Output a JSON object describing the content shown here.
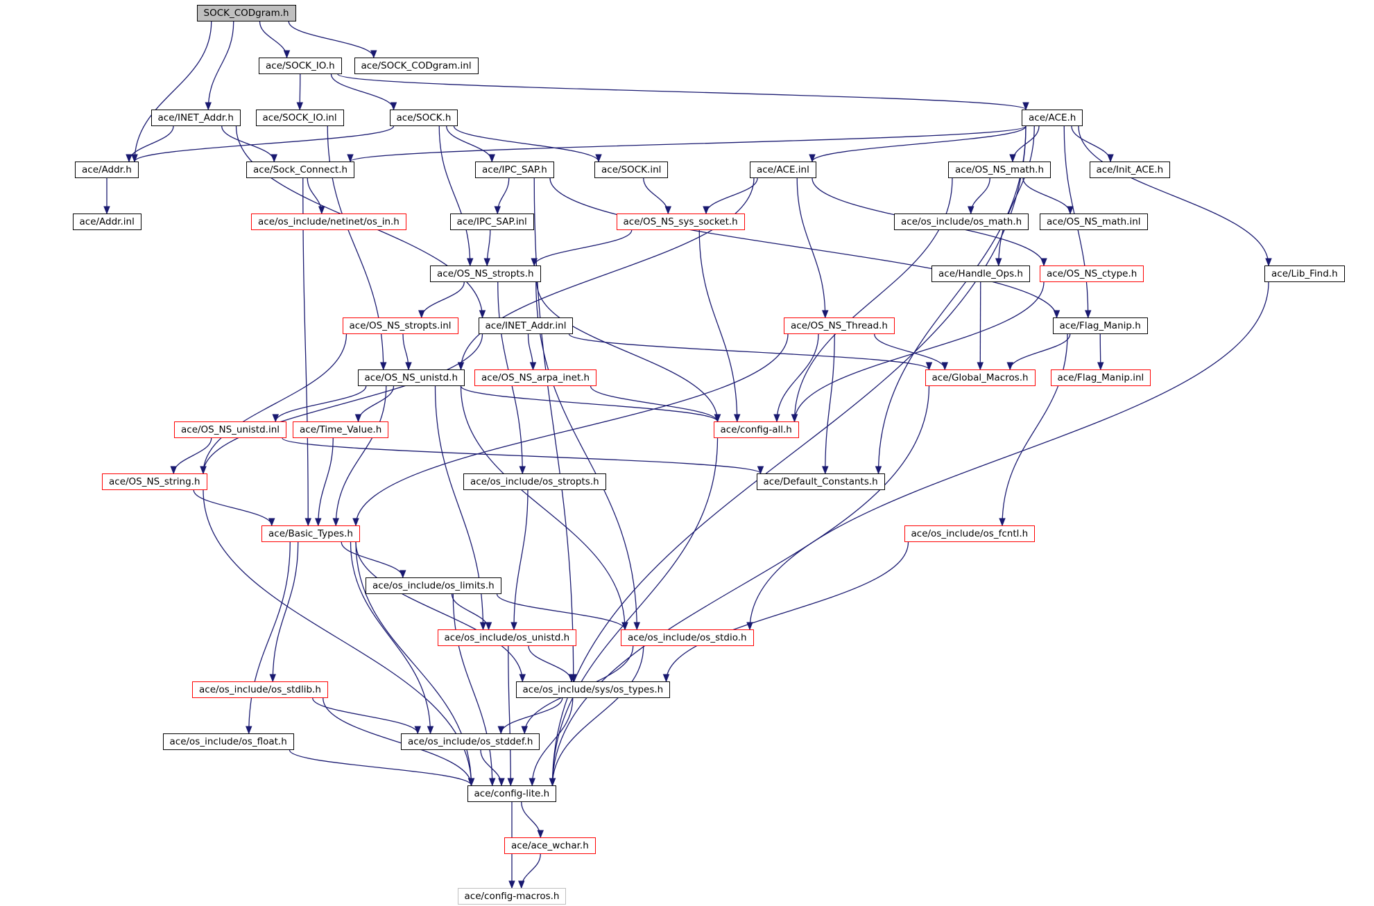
{
  "graph": {
    "colors": {
      "edge": "#191970",
      "documented": "#000000",
      "truncated": "#ff0000",
      "undocumented": "#bfbfbf",
      "root_fill": "#bfbfbf"
    },
    "nodes": [
      {
        "id": "n0",
        "label": "SOCK_CODgram.h",
        "kind": "root"
      },
      {
        "id": "n1",
        "label": "ace/SOCK_IO.h",
        "kind": "black"
      },
      {
        "id": "n2",
        "label": "ace/SOCK_CODgram.inl",
        "kind": "black"
      },
      {
        "id": "n3",
        "label": "ace/INET_Addr.h",
        "kind": "black"
      },
      {
        "id": "n4",
        "label": "ace/SOCK_IO.inl",
        "kind": "black"
      },
      {
        "id": "n5",
        "label": "ace/SOCK.h",
        "kind": "black"
      },
      {
        "id": "n6",
        "label": "ace/ACE.h",
        "kind": "black"
      },
      {
        "id": "n7",
        "label": "ace/Addr.h",
        "kind": "black"
      },
      {
        "id": "n8",
        "label": "ace/Sock_Connect.h",
        "kind": "black"
      },
      {
        "id": "n9",
        "label": "ace/IPC_SAP.h",
        "kind": "black"
      },
      {
        "id": "n10",
        "label": "ace/SOCK.inl",
        "kind": "black"
      },
      {
        "id": "n11",
        "label": "ace/ACE.inl",
        "kind": "black"
      },
      {
        "id": "n12",
        "label": "ace/OS_NS_math.h",
        "kind": "black"
      },
      {
        "id": "n13",
        "label": "ace/Init_ACE.h",
        "kind": "black"
      },
      {
        "id": "n14",
        "label": "ace/Addr.inl",
        "kind": "black"
      },
      {
        "id": "n15",
        "label": "ace/os_include/netinet/os_in.h",
        "kind": "red"
      },
      {
        "id": "n16",
        "label": "ace/IPC_SAP.inl",
        "kind": "black"
      },
      {
        "id": "n17",
        "label": "ace/OS_NS_sys_socket.h",
        "kind": "red"
      },
      {
        "id": "n18",
        "label": "ace/os_include/os_math.h",
        "kind": "black"
      },
      {
        "id": "n19",
        "label": "ace/OS_NS_math.inl",
        "kind": "black"
      },
      {
        "id": "n20",
        "label": "ace/OS_NS_stropts.h",
        "kind": "black"
      },
      {
        "id": "n21",
        "label": "ace/Handle_Ops.h",
        "kind": "black"
      },
      {
        "id": "n22",
        "label": "ace/OS_NS_ctype.h",
        "kind": "red"
      },
      {
        "id": "n23",
        "label": "ace/Lib_Find.h",
        "kind": "black"
      },
      {
        "id": "n24",
        "label": "ace/OS_NS_stropts.inl",
        "kind": "red"
      },
      {
        "id": "n25",
        "label": "ace/INET_Addr.inl",
        "kind": "black"
      },
      {
        "id": "n26",
        "label": "ace/OS_NS_Thread.h",
        "kind": "red"
      },
      {
        "id": "n27",
        "label": "ace/Flag_Manip.h",
        "kind": "black"
      },
      {
        "id": "n28",
        "label": "ace/OS_NS_unistd.h",
        "kind": "black"
      },
      {
        "id": "n29",
        "label": "ace/OS_NS_arpa_inet.h",
        "kind": "red"
      },
      {
        "id": "n30",
        "label": "ace/Global_Macros.h",
        "kind": "red"
      },
      {
        "id": "n31",
        "label": "ace/Flag_Manip.inl",
        "kind": "red"
      },
      {
        "id": "n32",
        "label": "ace/OS_NS_unistd.inl",
        "kind": "red"
      },
      {
        "id": "n33",
        "label": "ace/Time_Value.h",
        "kind": "red"
      },
      {
        "id": "n34",
        "label": "ace/config-all.h",
        "kind": "red"
      },
      {
        "id": "n35",
        "label": "ace/OS_NS_string.h",
        "kind": "red"
      },
      {
        "id": "n36",
        "label": "ace/os_include/os_stropts.h",
        "kind": "black"
      },
      {
        "id": "n37",
        "label": "ace/Default_Constants.h",
        "kind": "black"
      },
      {
        "id": "n38",
        "label": "ace/Basic_Types.h",
        "kind": "red"
      },
      {
        "id": "n39",
        "label": "ace/os_include/os_fcntl.h",
        "kind": "red"
      },
      {
        "id": "n40",
        "label": "ace/os_include/os_limits.h",
        "kind": "black"
      },
      {
        "id": "n41",
        "label": "ace/os_include/os_unistd.h",
        "kind": "red"
      },
      {
        "id": "n42",
        "label": "ace/os_include/os_stdio.h",
        "kind": "red"
      },
      {
        "id": "n43",
        "label": "ace/os_include/os_stdlib.h",
        "kind": "red"
      },
      {
        "id": "n44",
        "label": "ace/os_include/sys/os_types.h",
        "kind": "black"
      },
      {
        "id": "n45",
        "label": "ace/os_include/os_float.h",
        "kind": "black"
      },
      {
        "id": "n46",
        "label": "ace/os_include/os_stddef.h",
        "kind": "black"
      },
      {
        "id": "n47",
        "label": "ace/config-lite.h",
        "kind": "black"
      },
      {
        "id": "n48",
        "label": "ace/ace_wchar.h",
        "kind": "red"
      },
      {
        "id": "n49",
        "label": "ace/config-macros.h",
        "kind": "gray"
      }
    ],
    "edges": [
      [
        "n0",
        "n1"
      ],
      [
        "n0",
        "n2"
      ],
      [
        "n0",
        "n3"
      ],
      [
        "n0",
        "n7"
      ],
      [
        "n1",
        "n4"
      ],
      [
        "n1",
        "n5"
      ],
      [
        "n1",
        "n6"
      ],
      [
        "n3",
        "n7"
      ],
      [
        "n3",
        "n8"
      ],
      [
        "n3",
        "n25"
      ],
      [
        "n4",
        "n28"
      ],
      [
        "n5",
        "n7"
      ],
      [
        "n5",
        "n9"
      ],
      [
        "n5",
        "n10"
      ],
      [
        "n5",
        "n20"
      ],
      [
        "n6",
        "n8"
      ],
      [
        "n6",
        "n11"
      ],
      [
        "n6",
        "n12"
      ],
      [
        "n6",
        "n13"
      ],
      [
        "n6",
        "n21"
      ],
      [
        "n6",
        "n27"
      ],
      [
        "n6",
        "n23"
      ],
      [
        "n6",
        "n37"
      ],
      [
        "n6",
        "n47"
      ],
      [
        "n7",
        "n14"
      ],
      [
        "n8",
        "n15"
      ],
      [
        "n8",
        "n38"
      ],
      [
        "n9",
        "n16"
      ],
      [
        "n9",
        "n44"
      ],
      [
        "n9",
        "n27"
      ],
      [
        "n10",
        "n17"
      ],
      [
        "n11",
        "n17"
      ],
      [
        "n11",
        "n28"
      ],
      [
        "n11",
        "n26"
      ],
      [
        "n11",
        "n22"
      ],
      [
        "n12",
        "n18"
      ],
      [
        "n12",
        "n19"
      ],
      [
        "n12",
        "n34"
      ],
      [
        "n16",
        "n20"
      ],
      [
        "n17",
        "n20"
      ],
      [
        "n17",
        "n34"
      ],
      [
        "n20",
        "n24"
      ],
      [
        "n20",
        "n34"
      ],
      [
        "n20",
        "n36"
      ],
      [
        "n20",
        "n42"
      ],
      [
        "n21",
        "n30"
      ],
      [
        "n22",
        "n34"
      ],
      [
        "n23",
        "n42"
      ],
      [
        "n24",
        "n28"
      ],
      [
        "n24",
        "n35"
      ],
      [
        "n25",
        "n29"
      ],
      [
        "n25",
        "n35"
      ],
      [
        "n25",
        "n30"
      ],
      [
        "n26",
        "n30"
      ],
      [
        "n26",
        "n34"
      ],
      [
        "n26",
        "n37"
      ],
      [
        "n26",
        "n38"
      ],
      [
        "n27",
        "n30"
      ],
      [
        "n27",
        "n31"
      ],
      [
        "n27",
        "n39"
      ],
      [
        "n28",
        "n32"
      ],
      [
        "n28",
        "n33"
      ],
      [
        "n28",
        "n34"
      ],
      [
        "n28",
        "n38"
      ],
      [
        "n28",
        "n41"
      ],
      [
        "n28",
        "n42"
      ],
      [
        "n29",
        "n34"
      ],
      [
        "n30",
        "n47"
      ],
      [
        "n32",
        "n35"
      ],
      [
        "n32",
        "n37"
      ],
      [
        "n33",
        "n38"
      ],
      [
        "n34",
        "n47"
      ],
      [
        "n35",
        "n38"
      ],
      [
        "n35",
        "n47"
      ],
      [
        "n36",
        "n41"
      ],
      [
        "n38",
        "n40"
      ],
      [
        "n38",
        "n43"
      ],
      [
        "n38",
        "n45"
      ],
      [
        "n38",
        "n46"
      ],
      [
        "n38",
        "n44"
      ],
      [
        "n38",
        "n47"
      ],
      [
        "n39",
        "n44"
      ],
      [
        "n40",
        "n41"
      ],
      [
        "n40",
        "n42"
      ],
      [
        "n40",
        "n47"
      ],
      [
        "n41",
        "n44"
      ],
      [
        "n41",
        "n47"
      ],
      [
        "n42",
        "n46"
      ],
      [
        "n42",
        "n47"
      ],
      [
        "n43",
        "n46"
      ],
      [
        "n43",
        "n47"
      ],
      [
        "n44",
        "n46"
      ],
      [
        "n44",
        "n47"
      ],
      [
        "n45",
        "n47"
      ],
      [
        "n46",
        "n47"
      ],
      [
        "n47",
        "n48"
      ],
      [
        "n47",
        "n49"
      ],
      [
        "n48",
        "n49"
      ]
    ]
  }
}
